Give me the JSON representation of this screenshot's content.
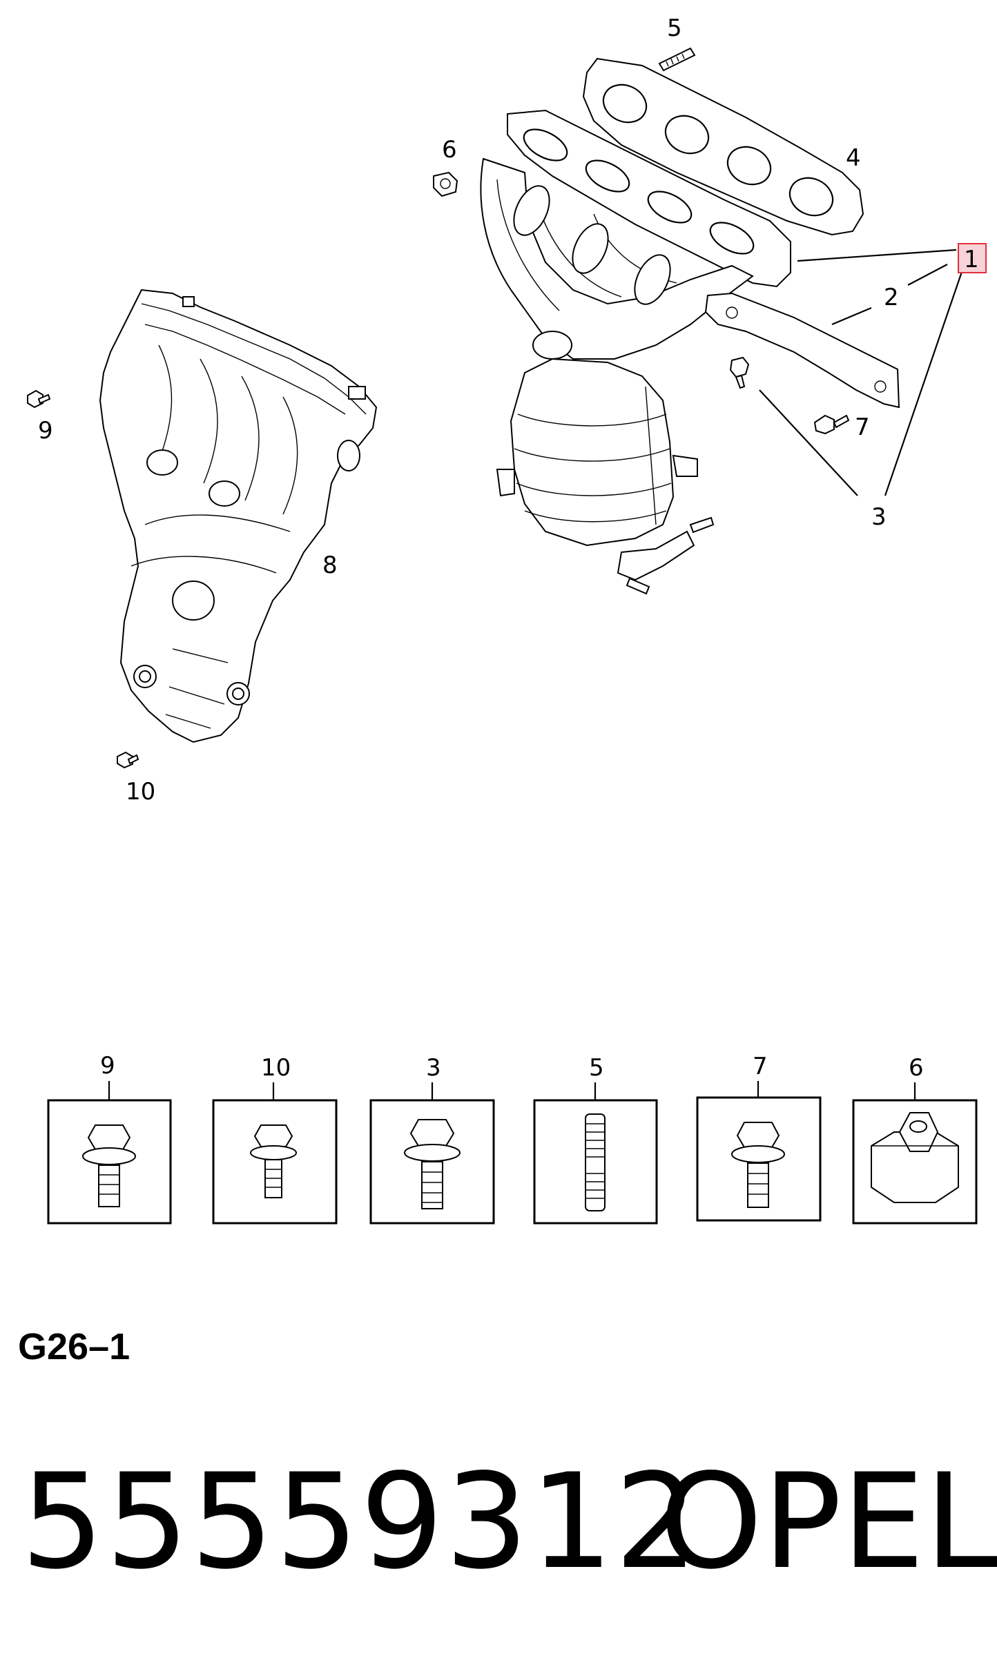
{
  "callouts": {
    "c1": "1",
    "c2": "2",
    "c3": "3",
    "c4": "4",
    "c5": "5",
    "c6": "6",
    "c7": "7",
    "c8": "8",
    "c9": "9",
    "c10": "10"
  },
  "fastener_table": {
    "labels": [
      "9",
      "10",
      "3",
      "5",
      "7",
      "6"
    ]
  },
  "footer": {
    "diagram_code": "G26–1",
    "part_number": "55559312",
    "brand": "OPEL"
  },
  "highlight_color": "#e0303a"
}
